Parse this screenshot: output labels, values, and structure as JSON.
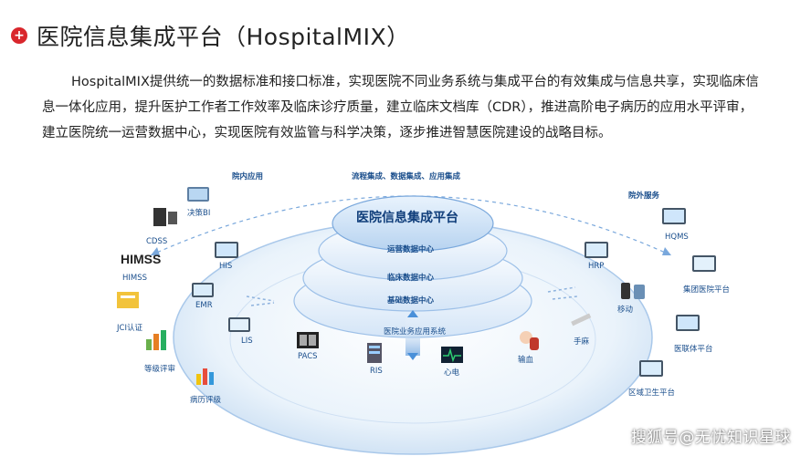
{
  "header": {
    "icon": "plus-cross-icon",
    "accent_color": "#d9262c",
    "title": "医院信息集成平台（HospitalMIX）"
  },
  "intro": {
    "text": "HospitalMIX提供统一的数据标准和接口标准，实现医院不同业务系统与集成平台的有效集成与信息共享，实现临床信息一体化应用，提升医护工作者工作效率及临床诊疗质量，建立临床文档库（CDR），推进高阶电子病历的应用水平评审，建立医院统一运营数据中心，实现医院有效监管与科学决策，逐步推进智慧医院建设的战略目标。"
  },
  "diagram": {
    "top_arc_label": "流程集成、数据集成、应用集成",
    "center": {
      "title": "医院信息集成平台",
      "layers": [
        "运营数据中心",
        "临床数据中心",
        "基础数据中心"
      ],
      "bus_label": "医院业务应用系统"
    },
    "left_group": {
      "heading": "院内应用",
      "items": [
        "决策BI",
        "CDSS",
        "HIMSS",
        "JCI认证",
        "等级评审",
        "病历评级"
      ],
      "logo_text": "HIMSS"
    },
    "right_group": {
      "heading": "院外服务",
      "items": [
        "HQMS",
        "集团医院平台",
        "医联体平台",
        "区域卫生平台"
      ]
    },
    "ring_systems": [
      "HIS",
      "EMR",
      "LIS",
      "PACS",
      "RIS",
      "心电",
      "输血",
      "手麻",
      "移动",
      "HRP"
    ],
    "colors": {
      "primary": "#1a4e8c",
      "ring": "#dbe9f7",
      "platform": "#3a7bc8",
      "arrow": "#4a90d9"
    }
  },
  "watermark": "搜狐号@无忧知识星球"
}
